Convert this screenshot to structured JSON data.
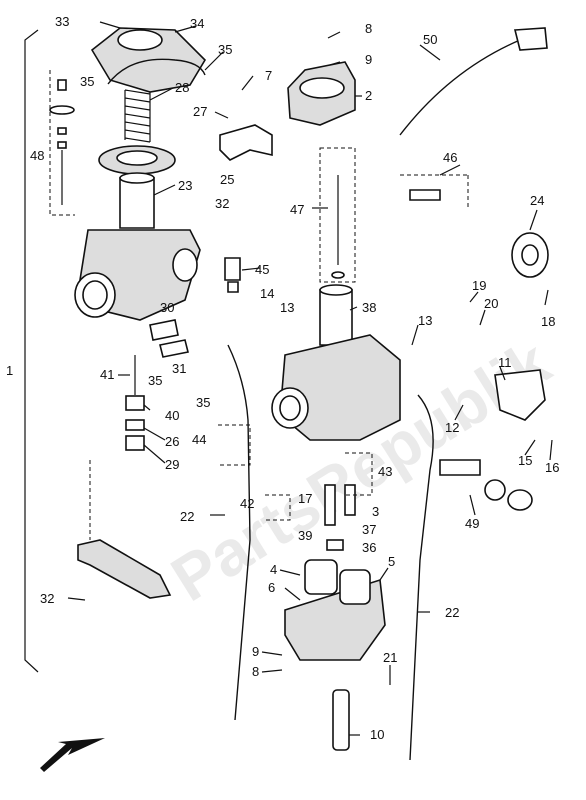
{
  "watermark": "PartsRepublik",
  "callouts": {
    "c1": "1",
    "c2": "2",
    "c3": "3",
    "c4": "4",
    "c5": "5",
    "c6": "6",
    "c7": "7",
    "c8a": "8",
    "c8b": "8",
    "c9a": "9",
    "c9b": "9",
    "c10": "10",
    "c11": "11",
    "c12": "12",
    "c13a": "13",
    "c13b": "13",
    "c14": "14",
    "c15": "15",
    "c16": "16",
    "c17": "17",
    "c18": "18",
    "c19": "19",
    "c20": "20",
    "c21": "21",
    "c22a": "22",
    "c22b": "22",
    "c23": "23",
    "c24": "24",
    "c25": "25",
    "c26": "26",
    "c27": "27",
    "c28": "28",
    "c29": "29",
    "c30": "30",
    "c31": "31",
    "c32a": "32",
    "c32b": "32",
    "c33": "33",
    "c34": "34",
    "c35a": "35",
    "c35b": "35",
    "c35c": "35",
    "c35d": "35",
    "c36": "36",
    "c37": "37",
    "c38": "38",
    "c39": "39",
    "c40": "40",
    "c41": "41",
    "c42": "42",
    "c43": "43",
    "c44": "44",
    "c45": "45",
    "c46": "46",
    "c47": "47",
    "c48": "48",
    "c49": "49",
    "c50": "50"
  }
}
